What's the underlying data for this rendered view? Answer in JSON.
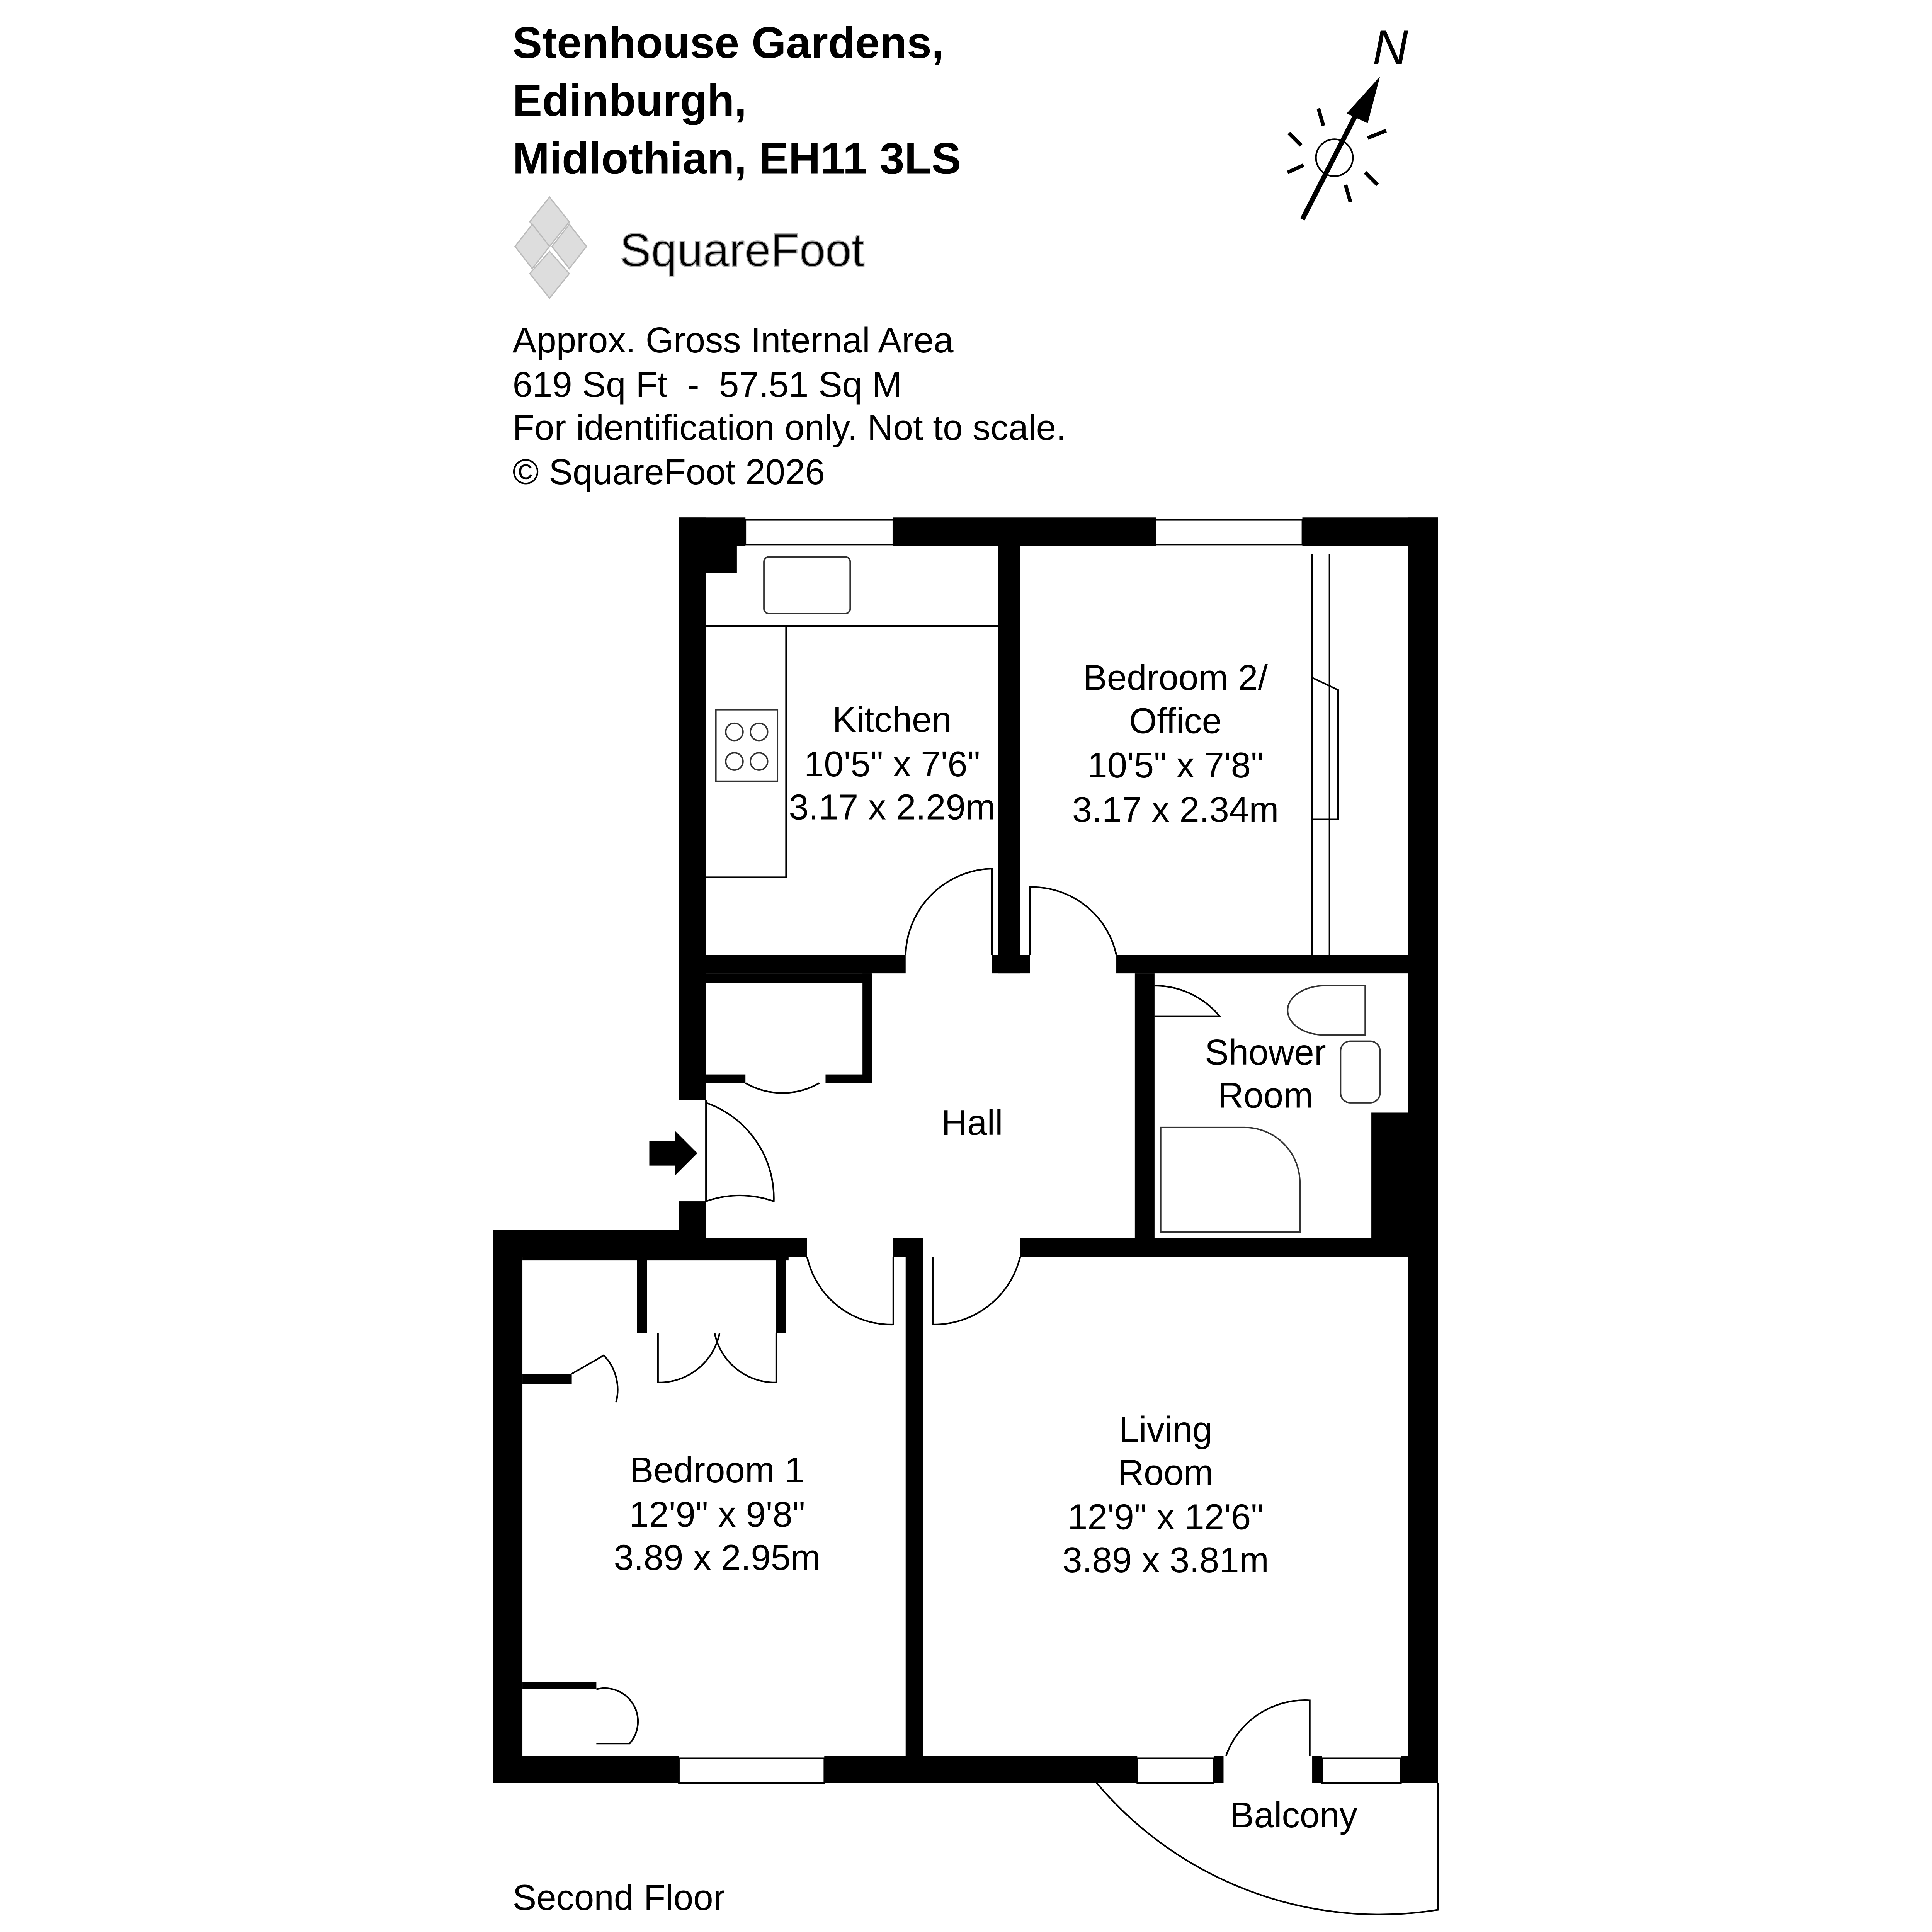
{
  "header": {
    "address_lines": [
      "Stenhouse Gardens,",
      "Edinburgh,",
      "Midlothian, EH11 3LS"
    ]
  },
  "logo": {
    "text": "SquareFoot"
  },
  "info": {
    "lines": [
      "Approx. Gross Internal Area",
      "619 Sq Ft  -  57.51 Sq M",
      "For identification only. Not to scale.",
      "© SquareFoot 2026"
    ]
  },
  "compass": {
    "label": "N",
    "icon": "north-arrow-sun-icon"
  },
  "rooms": {
    "kitchen": {
      "name": "Kitchen",
      "imperial": "10'5\" x 7'6\"",
      "metric": "3.17 x 2.29m"
    },
    "bedroom2": {
      "name_line1": "Bedroom 2/",
      "name_line2": "Office",
      "imperial": "10'5\" x 7'8\"",
      "metric": "3.17 x 2.34m"
    },
    "shower": {
      "name_line1": "Shower",
      "name_line2": "Room"
    },
    "hall": {
      "name": "Hall"
    },
    "bedroom1": {
      "name": "Bedroom 1",
      "imperial": "12'9\" x 9'8\"",
      "metric": "3.89 x 2.95m"
    },
    "living": {
      "name_line1": "Living",
      "name_line2": "Room",
      "imperial": "12'9\" x 12'6\"",
      "metric": "3.89 x 3.81m"
    },
    "balcony": {
      "name": "Balcony"
    }
  },
  "floor_label": "Second Floor"
}
